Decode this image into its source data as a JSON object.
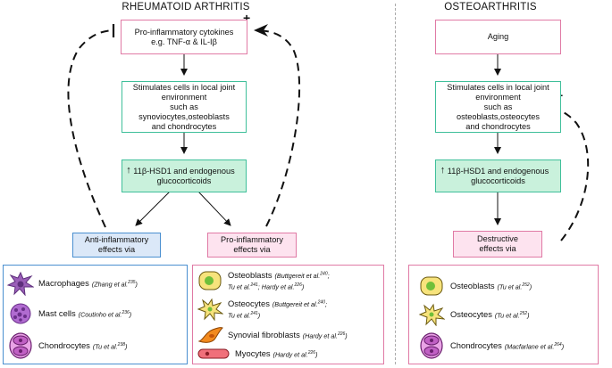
{
  "headers": {
    "ra": "RHEUMATOID ARTHRITIS",
    "oa": "OSTEOARTHRITIS"
  },
  "ra": {
    "cytokines": [
      "Pro-inflammatory cytokines",
      "e.g. TNF-α & IL-Iβ"
    ],
    "stimulates": [
      "Stimulates cells in local joint",
      "environment",
      "such as",
      "synoviocytes,osteoblasts",
      "and chondrocytes"
    ],
    "hsd": [
      "11β-HSD1 and endogenous",
      "glucocorticoids"
    ],
    "anti": [
      "Anti-inflammatory",
      "effects via"
    ],
    "pro": [
      "Pro-inflammatory",
      "effects via"
    ],
    "anti_cells": [
      {
        "name": "Macrophages",
        "cite": "(Zhang et al.",
        "sup": "235",
        "close": ")"
      },
      {
        "name": "Mast cells",
        "cite": "(Coutinho et al.",
        "sup": "236",
        "close": ")"
      },
      {
        "name": "Chondrocytes",
        "cite": "(Tu et al.",
        "sup": "238",
        "close": ")"
      }
    ],
    "pro_cells": [
      {
        "name": "Osteoblasts",
        "cite1": "(Buttgereit et al.",
        "sup1": "240",
        "cite2": ";",
        "cite3": "Tu et al.",
        "sup3": "241",
        "cite4": "; Hardy et al.",
        "sup4": "226",
        "close": ")"
      },
      {
        "name": "Osteocytes",
        "cite1": "(Buttgereit et al.",
        "sup1": "240",
        "cite2": ";",
        "cite3": "Tu et al.",
        "sup3": "241",
        "close": ")"
      },
      {
        "name": "Synovial fibroblasts",
        "cite": "(Hardy et al.",
        "sup": "226",
        "close": ")"
      },
      {
        "name": "Myocytes",
        "cite": "(Hardy et al.",
        "sup": "226",
        "close": ")"
      }
    ],
    "feedback_minus": "",
    "feedback_plus": "+"
  },
  "oa": {
    "aging": "Aging",
    "stimulates": [
      "Stimulates cells in local joint",
      "environment",
      "such as",
      "osteoblasts,osteocytes",
      "and chondrocytes"
    ],
    "hsd": [
      "11β-HSD1 and endogenous",
      "glucocorticoids"
    ],
    "destructive": [
      "Destructive",
      "effects via"
    ],
    "cells": [
      {
        "name": "Osteoblasts",
        "cite": "(Tu et al.",
        "sup": "252",
        "close": ")"
      },
      {
        "name": "Osteocytes",
        "cite": "(Tu et al.",
        "sup": "252",
        "close": ")"
      },
      {
        "name": "Chondrocytes",
        "cite": "(Macfarlane et al.",
        "sup": "264",
        "close": ")"
      }
    ],
    "feedback_plus": "+"
  },
  "colors": {
    "pink": "#e07aa5",
    "teal": "#3fbf9a",
    "green_fill": "#c9f1dc",
    "blue": "#4a8fd0",
    "blue_fill": "#dbe8f8",
    "pink_fill": "#fde3ef"
  },
  "icons": [
    "macrophage-icon",
    "mast-cell-icon",
    "chondrocyte-icon",
    "osteoblast-icon",
    "osteocyte-icon",
    "synovial-fibroblast-icon",
    "myocyte-icon",
    "up-arrow-icon"
  ]
}
